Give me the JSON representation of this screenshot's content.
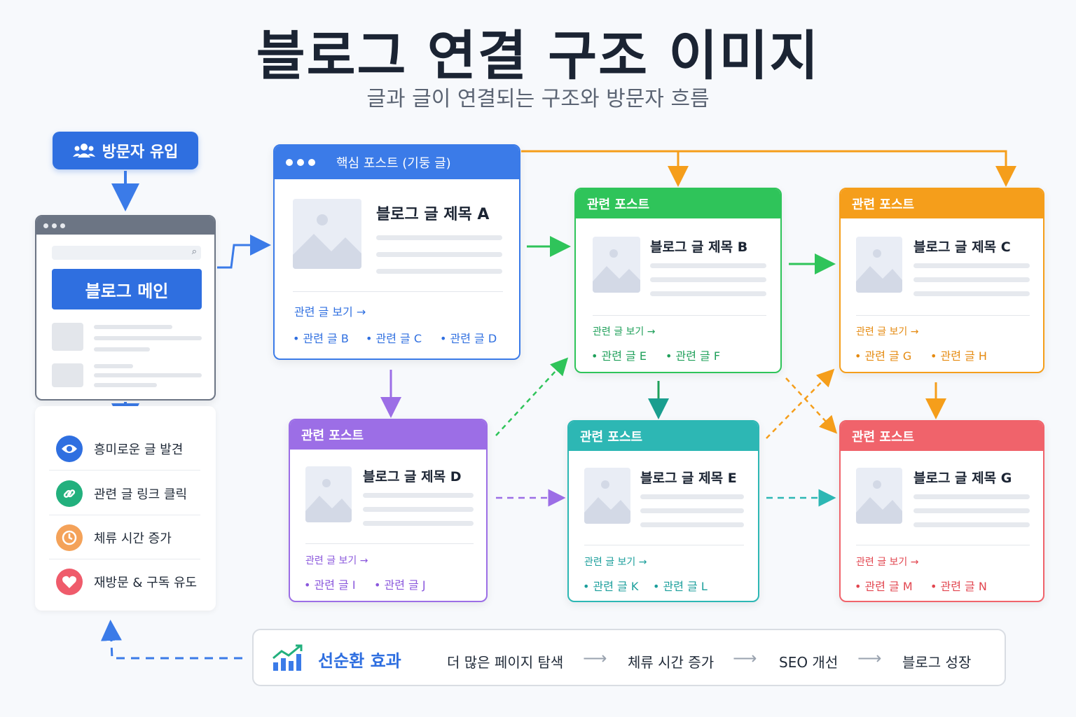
{
  "title": "블로그 연결 구조 이미지",
  "subtitle": "글과 글이 연결되는 구조와 방문자 흐름",
  "visitor": {
    "label": "방문자 유입",
    "icon": "users-icon"
  },
  "main": {
    "label": "블로그 메인"
  },
  "benefits": [
    {
      "label": "흥미로운 글 발견",
      "icon": "eye-icon",
      "color": "#2f6fe0"
    },
    {
      "label": "관련 글 링크 클릭",
      "icon": "link-icon",
      "color": "#22b07d"
    },
    {
      "label": "체류 시간 증가",
      "icon": "clock-icon",
      "color": "#f4a259"
    },
    {
      "label": "재방문 & 구독 유도",
      "icon": "heart-icon",
      "color": "#ef5b6b"
    }
  ],
  "cards": {
    "a": {
      "header": "핵심 포스트 (기둥 글)",
      "title": "블로그 글 제목 A",
      "view": "관련 글 보기 →",
      "related": [
        "• 관련 글 B",
        "• 관련 글 C",
        "• 관련 글 D"
      ],
      "color": "#2f6fe0"
    },
    "b": {
      "header": "관련 포스트",
      "title": "블로그 글 제목 B",
      "view": "관련 글 보기 →",
      "related": [
        "• 관련 글 E",
        "• 관련 글 F"
      ],
      "color": "#2fc45a"
    },
    "c": {
      "header": "관련 포스트",
      "title": "블로그 글 제목 C",
      "view": "관련 글 보기 →",
      "related": [
        "• 관련 글 G",
        "• 관련 글 H"
      ],
      "color": "#f59e1b"
    },
    "d": {
      "header": "관련 포스트",
      "title": "블로그 글 제목 D",
      "view": "관련 글 보기 →",
      "related": [
        "• 관련 글 I",
        "• 관련 글 J"
      ],
      "color": "#9c6ee6"
    },
    "e": {
      "header": "관련 포스트",
      "title": "블로그 글 제목 E",
      "view": "관련 글 보기 →",
      "related": [
        "• 관련 글 K",
        "• 관련 글 L"
      ],
      "color": "#2db7b4"
    },
    "g": {
      "header": "관련 포스트",
      "title": "블로그 글 제목 G",
      "view": "관련 글 보기 →",
      "related": [
        "• 관련 글 M",
        "• 관련 글 N"
      ],
      "color": "#f0636b"
    }
  },
  "loop": {
    "title": "선순환 효과",
    "icon": "growth-chart-icon",
    "steps": [
      "더 많은 페이지 탐색",
      "체류 시간 증가",
      "SEO 개선",
      "블로그 성장"
    ],
    "arrow": "⟶"
  }
}
